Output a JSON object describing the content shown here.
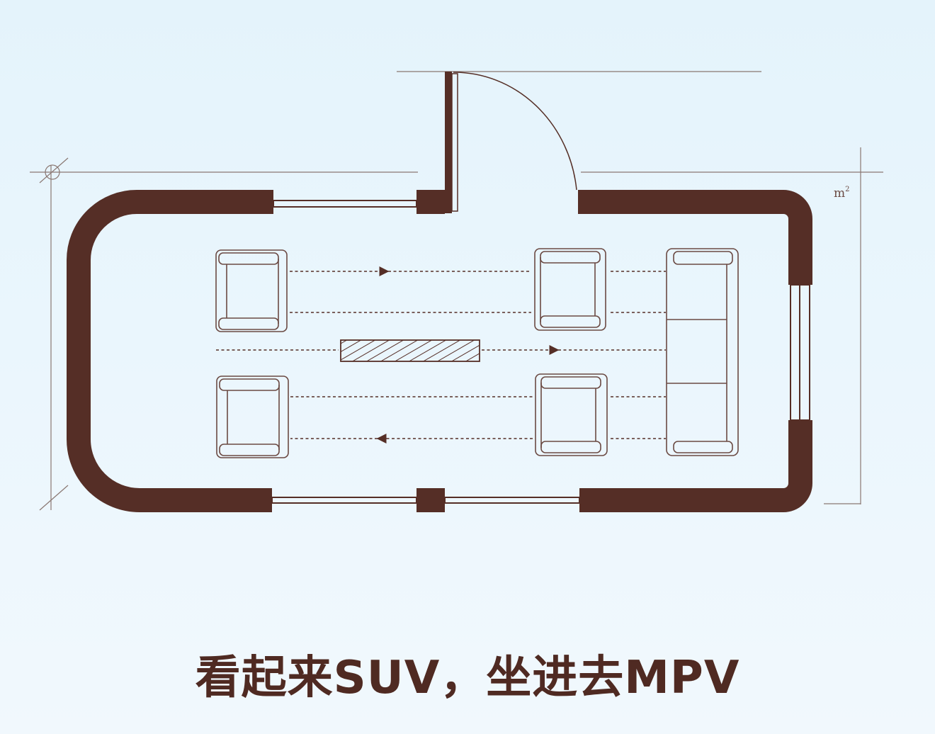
{
  "headline": "看起来SUV，坐进去MPV",
  "unit_label": "m",
  "unit_superscript": "2",
  "colors": {
    "wall": "#552e26",
    "line": "#6b4a43",
    "text": "#4f2a22",
    "thin_line": "#8a7772"
  }
}
